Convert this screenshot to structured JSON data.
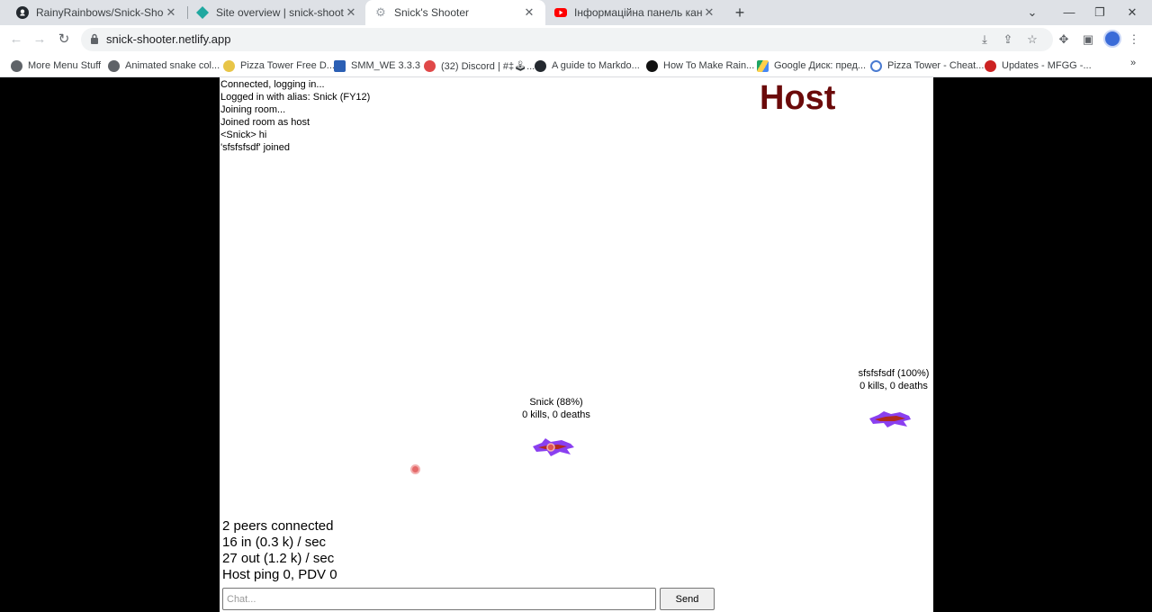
{
  "tabs": [
    {
      "title": "RainyRainbows/Snick-Shooter",
      "icon": "github-icon"
    },
    {
      "title": "Site overview | snick-shooter",
      "icon": "netlify-icon"
    },
    {
      "title": "Snick's Shooter",
      "icon": "gear-icon"
    },
    {
      "title": "Інформаційна панель каналу - Y",
      "icon": "youtube-icon"
    }
  ],
  "address": {
    "url": "snick-shooter.netlify.app"
  },
  "bookmarks": [
    {
      "label": "More Menu Stuff"
    },
    {
      "label": "Animated snake col..."
    },
    {
      "label": "Pizza Tower Free D..."
    },
    {
      "label": "SMM_WE 3.3.3"
    },
    {
      "label": "(32) Discord | #‡🕹..."
    },
    {
      "label": "A guide to Markdo..."
    },
    {
      "label": "How To Make Rain..."
    },
    {
      "label": "Google Диск: пред..."
    },
    {
      "label": "Pizza Tower - Cheat..."
    },
    {
      "label": "Updates - MFGG -..."
    }
  ],
  "game": {
    "log": [
      "Connected, logging in...",
      "Logged in with alias: Snick (FY12)",
      "Joining room...",
      "Joined room as host",
      "<Snick> hi",
      "'sfsfsfsdf' joined"
    ],
    "role": "Host",
    "players": [
      {
        "name": "Snick (88%)",
        "score": "0 kills, 0 deaths"
      },
      {
        "name": "sfsfsfsdf (100%)",
        "score": "0 kills, 0 deaths"
      }
    ],
    "stats": [
      "2 peers connected",
      "16 in (0.3 k) / sec",
      "27 out (1.2 k) / sec",
      "Host ping 0, PDV 0"
    ],
    "chat": {
      "placeholder": "Chat...",
      "send_label": "Send"
    }
  }
}
